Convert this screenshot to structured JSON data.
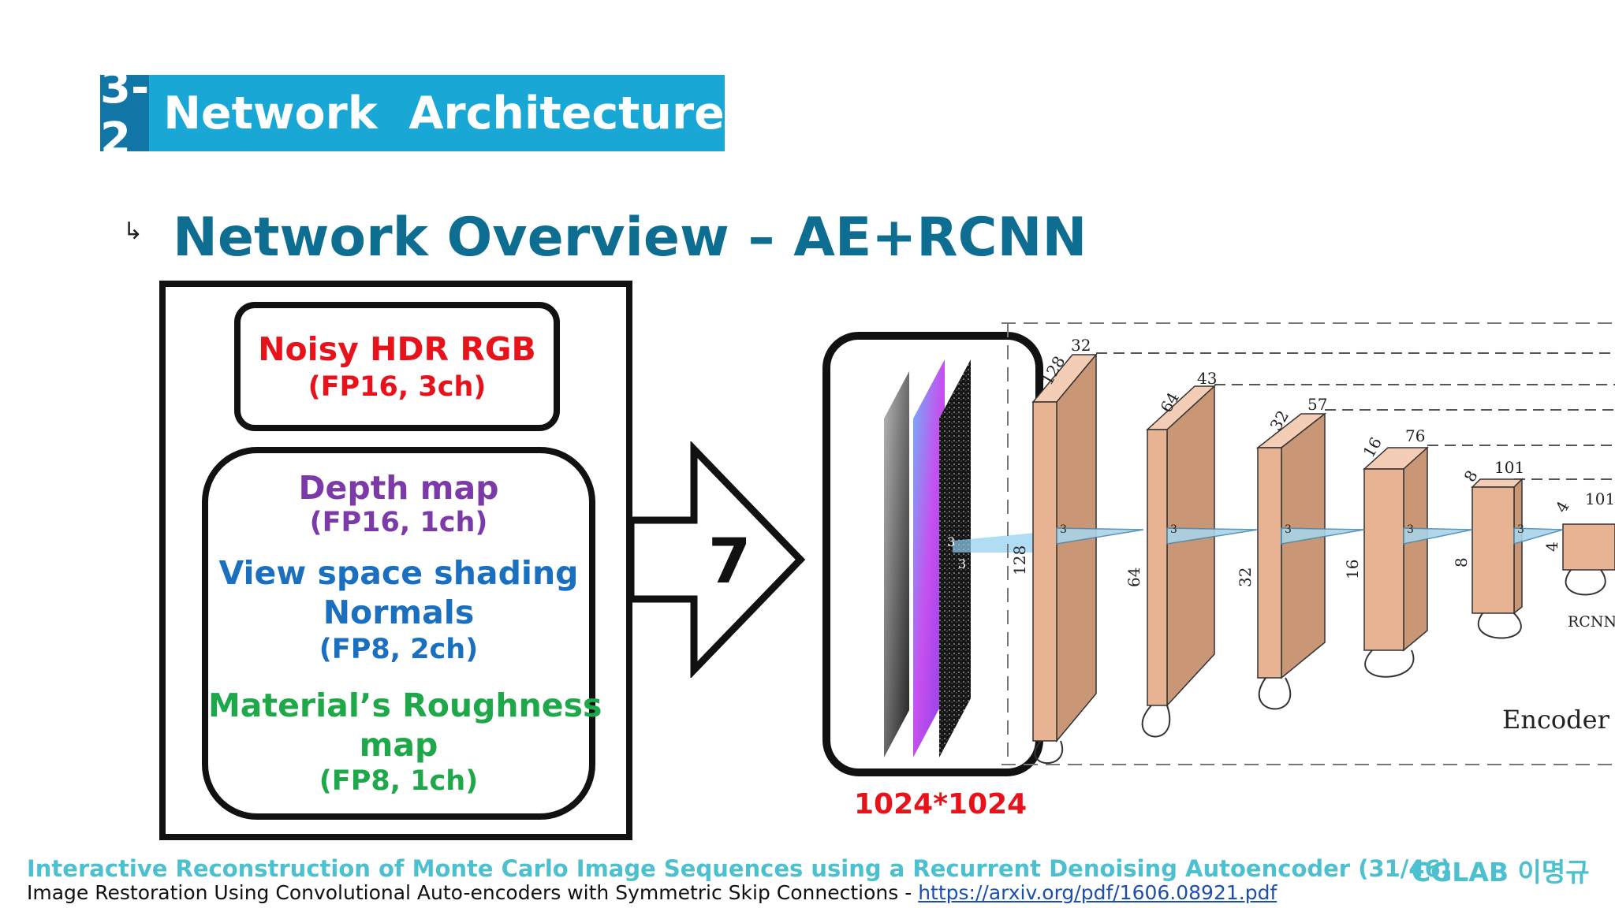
{
  "title": {
    "number": "3-2",
    "text": "Network  Architecture"
  },
  "bullet_glyph": "↳",
  "subheading": "Network Overview – AE+RCNN",
  "inputs": {
    "noisy": {
      "name": "Noisy HDR RGB",
      "format": "(FP16, 3ch)"
    },
    "depth": {
      "name": "Depth map",
      "format": "(FP16, 1ch)"
    },
    "normals": {
      "name_line1": "View space shading",
      "name_line2": "Normals",
      "format": "(FP8, 2ch)"
    },
    "roughness": {
      "name_line1": "Material’s Roughness",
      "name_line2": "map",
      "format": "(FP8, 1ch)"
    }
  },
  "arrow_label": "7",
  "stack": {
    "resolution": "1024*1024",
    "kernel_labels": [
      "3",
      "3"
    ]
  },
  "network": {
    "layers": [
      {
        "top_dim": "128",
        "right_dim": "32",
        "side_dim": "128"
      },
      {
        "top_dim": "64",
        "right_dim": "43",
        "side_dim": "64"
      },
      {
        "top_dim": "32",
        "right_dim": "57",
        "side_dim": "32"
      },
      {
        "top_dim": "16",
        "right_dim": "76",
        "side_dim": "16"
      },
      {
        "top_dim": "8",
        "right_dim": "101",
        "side_dim": "8"
      },
      {
        "top_dim": "4",
        "right_dim": "101",
        "side_dim": "4"
      }
    ],
    "kernel_label": "3",
    "encoder_label": "Encoder",
    "rcnn_label": "RCNN"
  },
  "colors": {
    "title_dark": "#1176a6",
    "title_light": "#19a7d6",
    "heading": "#0e6e92",
    "footer": "#4cc0cf",
    "block": "#e8b392"
  },
  "footer": {
    "title": "Interactive Reconstruction of Monte Carlo Image Sequences using a Recurrent Denoising Autoencoder (31/46)",
    "brand": "CGLAB 이명규",
    "reference": "Image Restoration Using Convolutional Auto-encoders with Symmetric Skip Connections - ",
    "link": "https://arxiv.org/pdf/1606.08921.pdf"
  }
}
